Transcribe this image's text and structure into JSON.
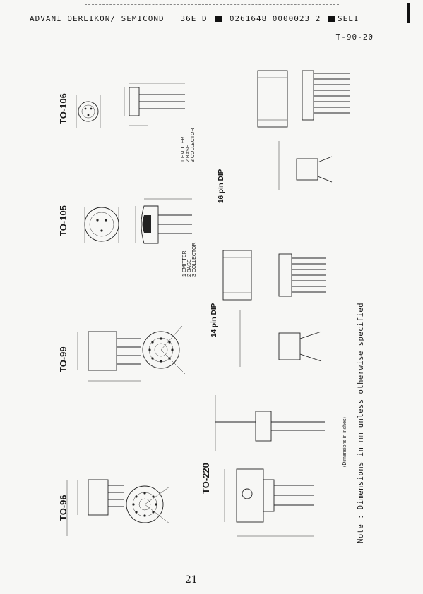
{
  "header": {
    "company": "ADVANI OERLIKON/ SEMICOND",
    "code1": "36E D",
    "code2": "0261648 0000023 2",
    "code3": "SELI",
    "doc_code": "T-90-20"
  },
  "packages": {
    "to106": "TO-106",
    "to105": "TO-105",
    "to99": "TO-99",
    "to96": "TO-96",
    "to220": "TO-220",
    "dip14": "14 pin DIP",
    "dip16": "16 pin DIP"
  },
  "pin_legends": {
    "to106": [
      "1 EMITTER",
      "2 BASE",
      "3 COLLECTOR"
    ],
    "to105": [
      "1 EMITTER",
      "2 BASE",
      "3 COLLECTOR"
    ]
  },
  "to220_note": "(Dimensions in inches)",
  "note": "Note : Dimensions in mm unless otherwise specified",
  "footer": "21"
}
